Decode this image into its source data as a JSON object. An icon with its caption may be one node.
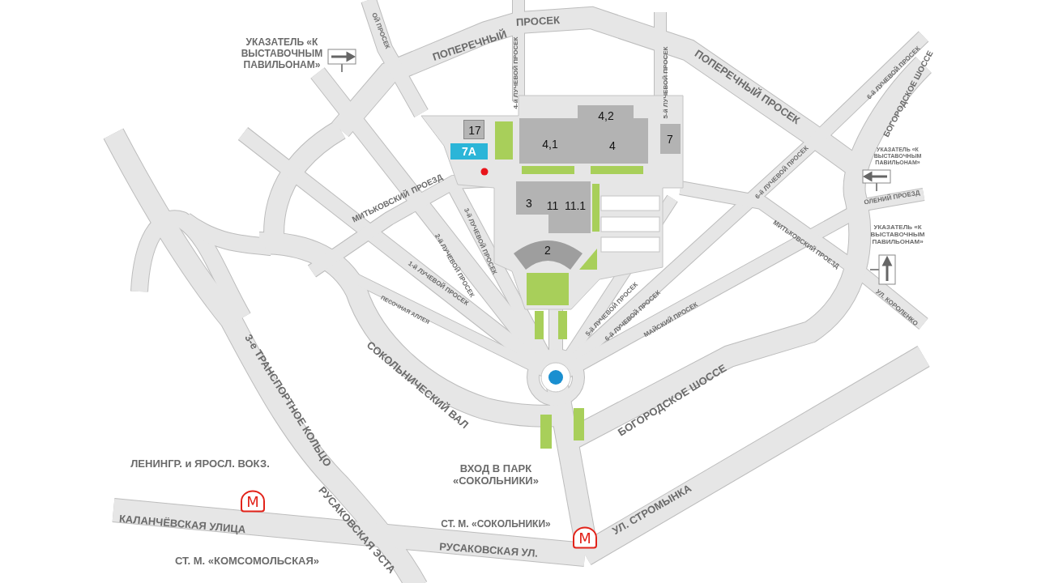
{
  "diagram": {
    "nodes": [
      {
        "text": [
          "17"
        ]
      },
      {
        "text": [
          "7A"
        ]
      },
      {
        "text": [
          "4,2",
          "4,1",
          "4"
        ]
      },
      {
        "text": [
          "7"
        ]
      },
      {
        "text": [
          "3",
          "11",
          "11.1"
        ]
      },
      {
        "text": [
          "2"
        ]
      }
    ],
    "labels": [
      "УКАЗАТЕЛЬ «К ВЫСТАВОЧНЫМ ПАВИЛЬОНАМ»",
      "ПОПЕРЕЧНЫЙ",
      "ПРОСЕК",
      "ОЙ ПРОСЕК",
      "4-й ЛУЧЕВОЙ ПРОСЕК",
      "5-й ЛУЧЕВОЙ ПРОСЕК",
      "ПОПЕРЕЧНЫЙ ПРОСЕК",
      "6-й ЛУЧЕВОЙ ПРОСЕК",
      "БОГОРОДСКОЕ ШОССЕ",
      "УКАЗАТЕЛЬ «К ВЫСТАВОЧНЫМ ПАВИЛЬОНАМ»",
      "МИТЬКОВСКИЙ",
      "ПРОЕЗД",
      "6-й ЛУЧЕВОЙ ПРОСЕК",
      "ОЛЕНИЙ ПРОЕЗД",
      "МИТЬКОВСКИЙ ПРОЕЗД",
      "УКАЗАТЕЛЬ «К ВЫСТАВОЧНЫМ ПАВИЛЬОНАМ»",
      "2-й ЛУЧЕВОЙ ПРОСЕК",
      "3-й ЛУЧЕВОЙ ПРОСЕК",
      "1-й ЛУЧЕВОЙ ПРОСЕК",
      "ПЕСОЧНАЯ АЛЛЕЯ",
      "5-й ЛУЧЕВОЙ ПРОСЕК",
      "6-й ЛУЧЕВОЙ ПРОСЕК",
      "МАЙСКИЙ ПРОСЕК",
      "УЛ. КОРОЛЕНКО",
      "3-е ТРАНСПОРТНОЕ КОЛЬЦО",
      "СОКОЛЬНИЧЕСКИЙ ВАЛ",
      "БОГОРОДСКОЕ ШОССЕ",
      "ЛЕНИНГР. и ЯРОСЛ. ВОКЗ.",
      "ВХОД В ПАРК «СОКОЛЬНИКИ»",
      "М",
      "СТ. М. «СОКОЛЬНИКИ»",
      "КАЛАНЧЁВСКАЯ УЛИЦА",
      "РУСАКОВСКАЯ ЭСТА",
      "УЛ. СТРОМЫНКА",
      "РУСАКОВСКАЯ УЛ.",
      "М",
      "СТ. М. «КОМСОМОЛЬСКАЯ»"
    ]
  }
}
